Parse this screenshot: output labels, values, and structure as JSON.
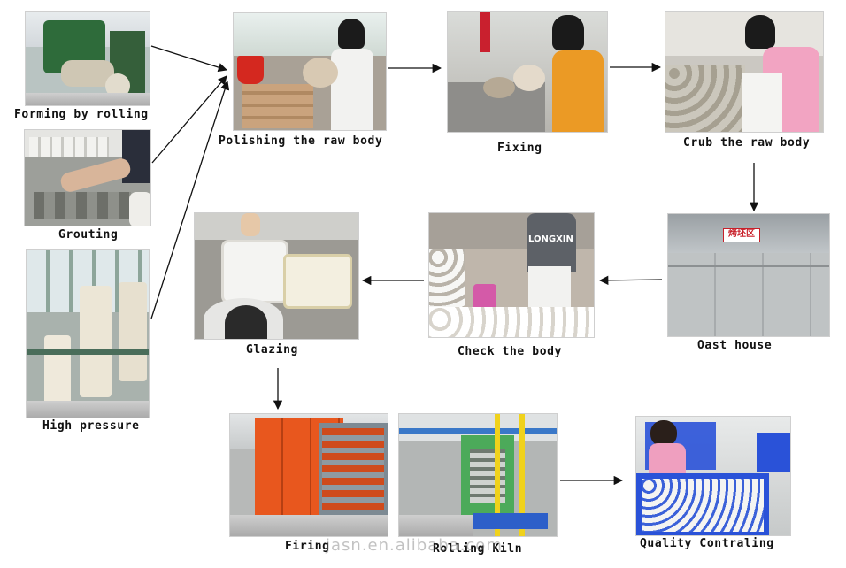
{
  "steps": {
    "forming": "Forming by rolling",
    "grouting": "Grouting",
    "high_pressure": "High pressure",
    "polishing": "Polishing the raw body",
    "fixing": "Fixing",
    "crub": "Crub the raw body",
    "oast": "Oast house",
    "check": "Check the body",
    "glazing": "Glazing",
    "firing": "Firing",
    "rolling_kiln": "Rolling Kiln",
    "quality": "Quality Contraling"
  },
  "signs": {
    "oast_sign": "烤坯区",
    "shirt_text": "LONGXIN"
  },
  "watermark": "jasn.en.alibaba.com",
  "colors": {
    "arrow": "#111111",
    "kiln_orange": "#e8571e",
    "crate_blue": "#2a52d8",
    "kiln_green": "#4caa5a"
  }
}
